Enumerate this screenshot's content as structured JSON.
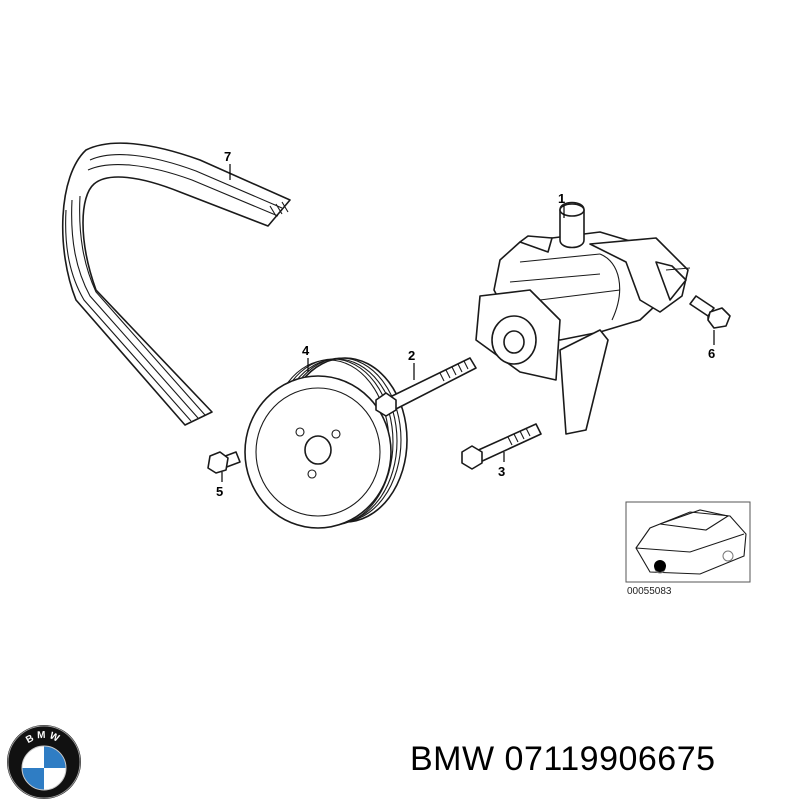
{
  "diagram": {
    "callouts": [
      "1",
      "2",
      "3",
      "4",
      "5",
      "6",
      "7"
    ],
    "reference_number": "00055083"
  },
  "brand": {
    "logo_text": "BMW",
    "caption_brand": "BMW",
    "part_number": "07119906675",
    "colors": {
      "logo_blue": "#2f7dc4",
      "logo_ring": "#111111",
      "logo_white": "#ffffff"
    }
  }
}
